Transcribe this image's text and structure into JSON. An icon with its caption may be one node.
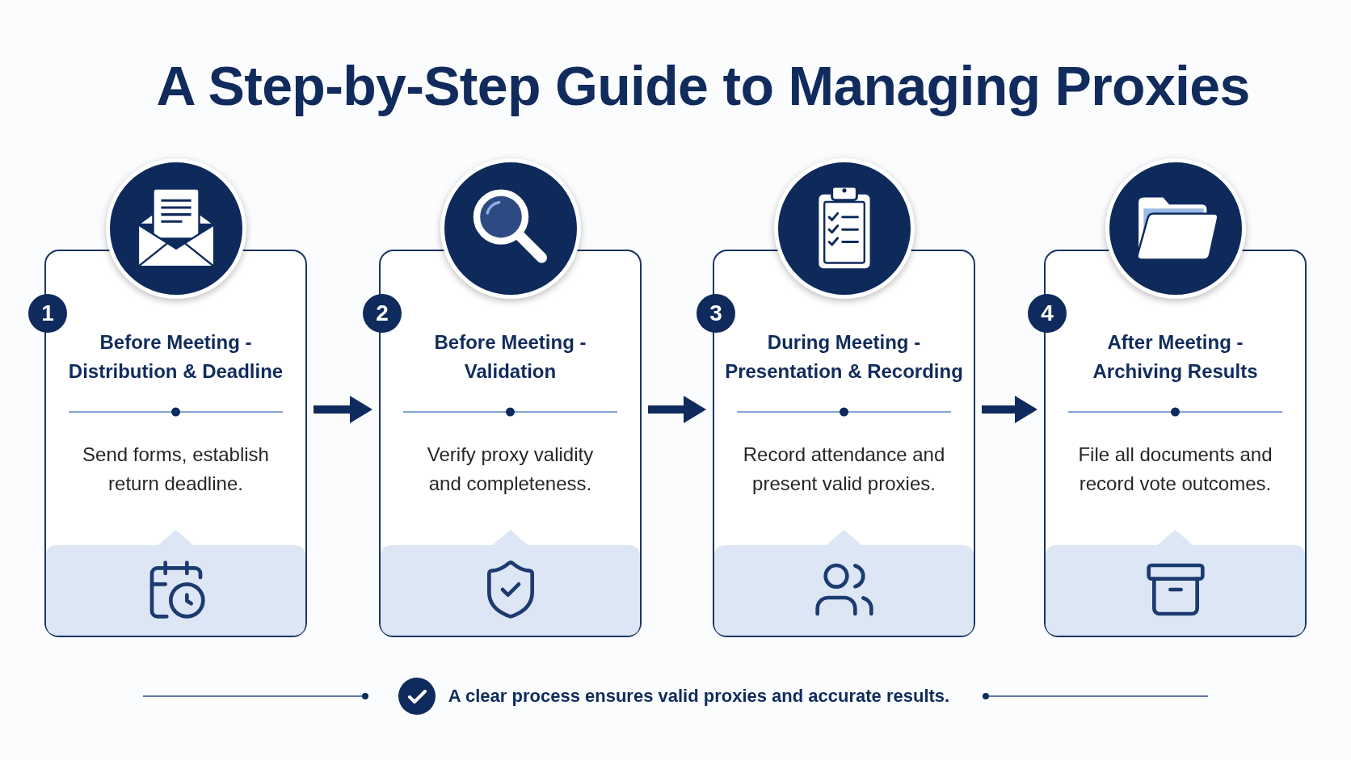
{
  "diagram": {
    "title": "A Step-by-Step Guide to Managing Proxies",
    "nodes": [
      {
        "text": [
          "Before Meeting - Distribution & Deadline",
          "Send forms, establish return deadline."
        ]
      },
      {
        "text": [
          "1"
        ]
      },
      {
        "text": [
          "Before Meeting - Validation",
          "Verify proxy validity and completeness."
        ]
      },
      {
        "text": [
          "2"
        ]
      },
      {
        "text": [
          "During Meeting - Presentation & Recording",
          "Record attendance and present valid proxies."
        ]
      },
      {
        "text": [
          "3"
        ]
      },
      {
        "text": [
          "After Meeting - Archiving Results",
          "File all documents and record vote outcomes."
        ]
      },
      {
        "text": [
          "4"
        ]
      }
    ],
    "edges": [
      {
        "from": 0,
        "to": 2,
        "arrow": "to"
      },
      {
        "from": 2,
        "to": 4,
        "arrow": "to"
      },
      {
        "from": 4,
        "to": 6,
        "arrow": "to"
      }
    ],
    "labels": [
      "A clear process ensures valid proxies and accurate results."
    ]
  }
}
